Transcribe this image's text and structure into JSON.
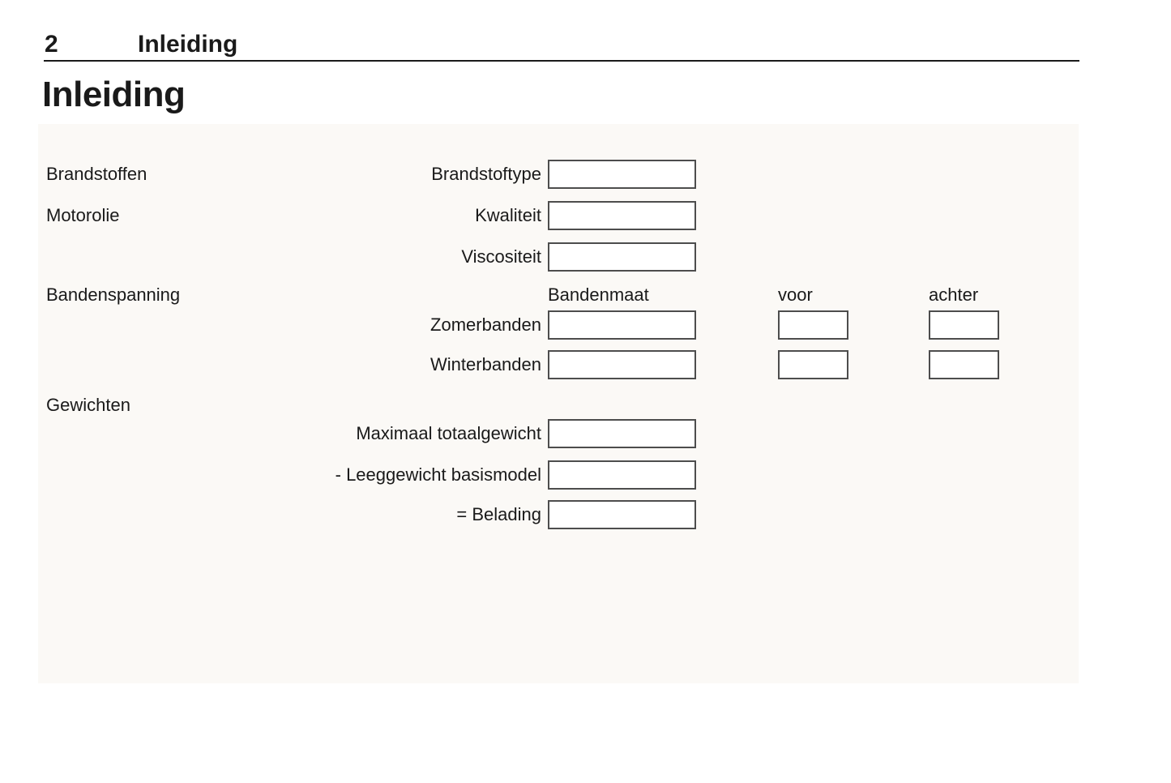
{
  "header": {
    "page_number": "2",
    "chapter": "Inleiding"
  },
  "title": "Inleiding",
  "form": {
    "sections": {
      "fuels_label": "Brandstoffen",
      "engine_oil_label": "Motorolie",
      "tyre_pressure_label": "Bandenspanning",
      "weights_label": "Gewichten"
    },
    "columns": {
      "tyre_size": "Bandenmaat",
      "front": "voor",
      "rear": "achter"
    },
    "fields": {
      "fuel_type": {
        "label": "Brandstoftype",
        "value": ""
      },
      "oil_quality": {
        "label": "Kwaliteit",
        "value": ""
      },
      "oil_viscosity": {
        "label": "Viscositeit",
        "value": ""
      },
      "summer_tyres": {
        "label": "Zomerbanden",
        "size_value": "",
        "front_value": "",
        "rear_value": ""
      },
      "winter_tyres": {
        "label": "Winterbanden",
        "size_value": "",
        "front_value": "",
        "rear_value": ""
      },
      "max_total_weight": {
        "label": "Maximaal totaalgewicht",
        "value": ""
      },
      "kerb_weight_base_model": {
        "label": "- Leeggewicht basismodel",
        "value": ""
      },
      "payload": {
        "label": "= Belading",
        "value": ""
      }
    }
  },
  "colors": {
    "text": "#1a1a1a",
    "box_border": "#4d4d4d",
    "panel_background": "#fbf9f6",
    "page_background": "#ffffff"
  }
}
